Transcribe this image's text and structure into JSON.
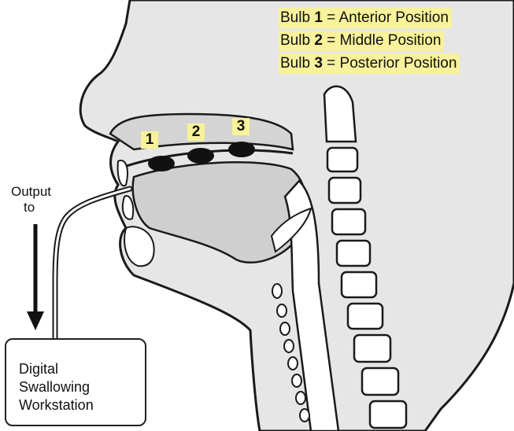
{
  "legend": {
    "rows": [
      {
        "prefix": "Bulb ",
        "num": "1",
        "suffix": " = Anterior Position"
      },
      {
        "prefix": "Bulb ",
        "num": "2",
        "suffix": " = Middle Position"
      },
      {
        "prefix": "Bulb ",
        "num": "3",
        "suffix": " = Posterior Position"
      }
    ]
  },
  "bulbs": [
    "1",
    "2",
    "3"
  ],
  "output": {
    "line1": "Output",
    "line2": "to"
  },
  "workstation": {
    "line1": "Digital",
    "line2": "Swallowing",
    "line3": "Workstation"
  },
  "colors": {
    "tissue": "#e6e6e6",
    "outline": "#1a1a1a",
    "highlight": "#f7f29b",
    "bulb": "#111111"
  }
}
